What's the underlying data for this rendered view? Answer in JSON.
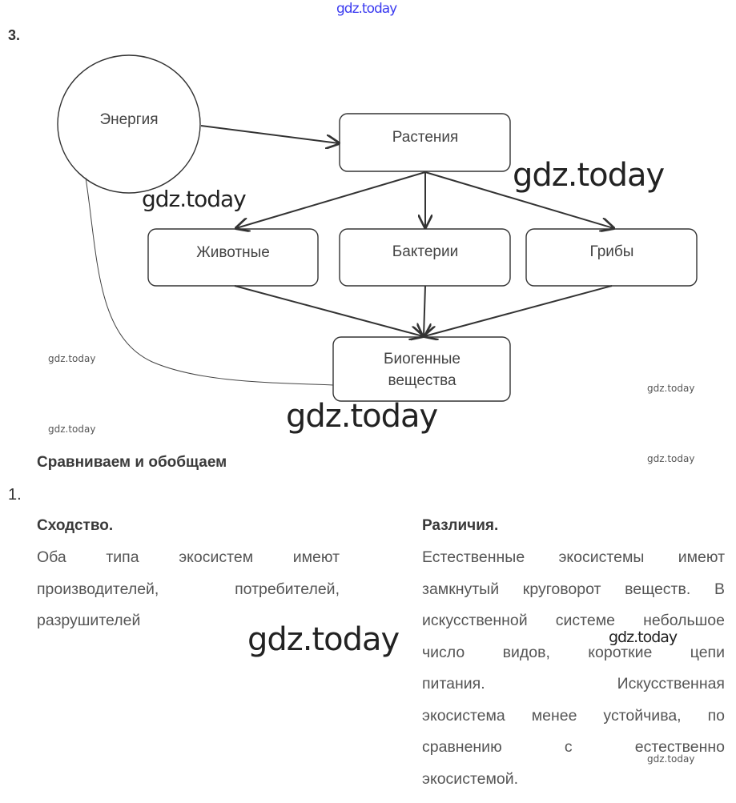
{
  "watermark": "gdz.today",
  "section3": {
    "number": "3.",
    "diagram": {
      "energy": "Энергия",
      "plants": "Растения",
      "animals": "Животные",
      "bacteria": "Бактерии",
      "fungi": "Грибы",
      "biogenic_line1": "Биогенные",
      "biogenic_line2": "вещества"
    }
  },
  "compare": {
    "heading": "Сравниваем и обобщаем",
    "number": "1.",
    "similarity": {
      "title": "Сходство.",
      "lines": [
        "Оба типа экосистем имеют",
        "производителей, потребителей,",
        "разрушителей"
      ]
    },
    "differences": {
      "title": "Различия.",
      "lines": [
        "Естественные экосистемы имеют",
        "замкнутый круговорот веществ. В",
        "искусственной системе небольшое",
        "число видов, короткие цепи",
        "питания. Искусственная",
        "экосистема менее устойчива, по",
        "сравнению с естественно",
        "экосистемой."
      ]
    }
  },
  "colors": {
    "watermark_top": "#3a3af0",
    "text": "#555555",
    "stroke": "#333333"
  }
}
